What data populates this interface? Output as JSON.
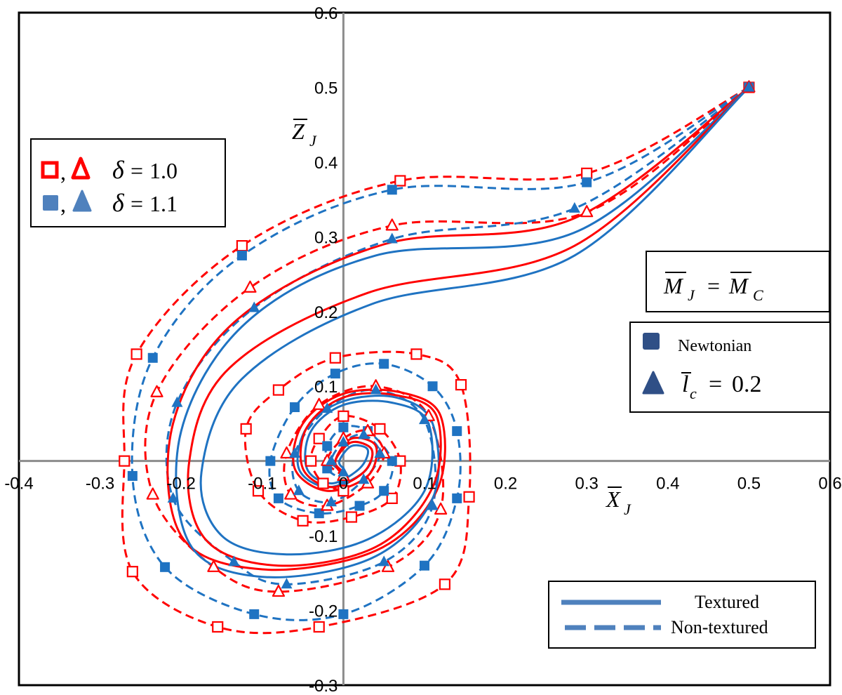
{
  "colors": {
    "red": "#ff0000",
    "blue": "#1f73c2",
    "navy": "#2f4f86",
    "axis": "#8c8c8c",
    "frame": "#000000",
    "legendLine": "#4f81bd"
  },
  "chart_data": {
    "type": "line",
    "xlim": [
      -0.4,
      0.6
    ],
    "ylim": [
      -0.3,
      0.6
    ],
    "x_ticks": [
      -0.4,
      -0.3,
      -0.2,
      -0.1,
      0,
      0.1,
      0.2,
      0.3,
      0.4,
      0.5,
      0.6
    ],
    "x_tick_labels": [
      "-0.4",
      "-0.3",
      "-0.2",
      "-0.1",
      "0",
      "0.1",
      "0.2",
      "0.3",
      "0.4",
      "0.5",
      "0.6"
    ],
    "y_ticks": [
      -0.3,
      -0.2,
      -0.1,
      0.1,
      0.2,
      0.3,
      0.4,
      0.5,
      0.6
    ],
    "y_tick_labels": [
      "-0.3",
      "-0.2",
      "-0.1",
      "0.1",
      "0.2",
      "0.3",
      "0.4",
      "0.5",
      "0.6"
    ],
    "xlabel_main": "X",
    "xlabel_sub": "J",
    "ylabel_main": "Z",
    "ylabel_sub": "J",
    "grid": false,
    "series": [
      {
        "key": "red-nontextured-newtonian",
        "color": "red",
        "dash": true,
        "marker": "square-open",
        "x": [
          0.5,
          0.3,
          0.07,
          -0.125,
          -0.255,
          -0.27,
          -0.26,
          -0.155,
          -0.03,
          0.125,
          0.155,
          0.145,
          0.09,
          -0.01,
          -0.08,
          -0.12,
          -0.105,
          -0.05,
          0.01,
          0.06,
          0.07,
          0.045,
          0.0,
          -0.03,
          -0.04,
          -0.025,
          0.0
        ],
        "y": [
          0.5,
          0.385,
          0.375,
          0.288,
          0.143,
          0.0,
          -0.148,
          -0.222,
          -0.222,
          -0.165,
          -0.048,
          0.102,
          0.143,
          0.138,
          0.095,
          0.043,
          -0.04,
          -0.08,
          -0.075,
          -0.05,
          0.0,
          0.043,
          0.06,
          0.03,
          0.0,
          -0.03,
          -0.04
        ]
      },
      {
        "key": "blue-nontextured-newtonian",
        "color": "blue",
        "dash": true,
        "marker": "square-filled",
        "x": [
          0.5,
          0.3,
          0.06,
          -0.125,
          -0.235,
          -0.26,
          -0.22,
          -0.11,
          0.0,
          0.1,
          0.14,
          0.14,
          0.11,
          0.05,
          -0.01,
          -0.06,
          -0.09,
          -0.08,
          -0.03,
          0.02,
          0.05,
          0.06,
          0.03,
          0.0,
          -0.02,
          -0.02,
          0.0
        ],
        "y": [
          0.5,
          0.373,
          0.363,
          0.275,
          0.138,
          -0.02,
          -0.142,
          -0.205,
          -0.205,
          -0.14,
          -0.05,
          0.04,
          0.1,
          0.13,
          0.117,
          0.072,
          0.0,
          -0.05,
          -0.07,
          -0.06,
          -0.04,
          0.0,
          0.04,
          0.045,
          0.02,
          -0.01,
          -0.025
        ]
      },
      {
        "key": "red-nontextured-micropolar",
        "color": "red",
        "dash": true,
        "marker": "triangle-open",
        "x": [
          0.5,
          0.3,
          0.06,
          -0.115,
          -0.23,
          -0.235,
          -0.16,
          -0.08,
          0.055,
          0.12,
          0.105,
          0.04,
          -0.03,
          -0.07,
          -0.065,
          -0.02,
          0.03,
          0.05,
          0.03,
          0.0,
          -0.02,
          0.0
        ],
        "y": [
          0.5,
          0.333,
          0.315,
          0.232,
          0.092,
          -0.045,
          -0.142,
          -0.175,
          -0.142,
          -0.065,
          0.06,
          0.1,
          0.075,
          0.01,
          -0.045,
          -0.06,
          -0.03,
          0.01,
          0.04,
          0.03,
          0.0,
          -0.02
        ]
      },
      {
        "key": "blue-nontextured-micropolar",
        "color": "blue",
        "dash": true,
        "marker": "triangle-filled",
        "x": [
          0.5,
          0.285,
          0.06,
          -0.11,
          -0.205,
          -0.21,
          -0.135,
          -0.07,
          0.05,
          0.11,
          0.1,
          0.04,
          -0.02,
          -0.06,
          -0.055,
          -0.015,
          0.025,
          0.045,
          0.025,
          0.0,
          -0.015,
          0.0
        ],
        "y": [
          0.5,
          0.338,
          0.297,
          0.205,
          0.078,
          -0.05,
          -0.135,
          -0.165,
          -0.135,
          -0.06,
          0.055,
          0.095,
          0.07,
          0.01,
          -0.04,
          -0.055,
          -0.025,
          0.01,
          0.035,
          0.025,
          0.0,
          -0.015
        ]
      },
      {
        "key": "red-textured-newtonian",
        "color": "red",
        "dash": false,
        "marker": null,
        "x": [
          0.5,
          0.285,
          0.05,
          -0.13,
          -0.21,
          -0.2,
          -0.1,
          0.04,
          0.115,
          0.12,
          0.07,
          0.0,
          -0.05,
          -0.06,
          -0.02,
          0.03,
          0.04,
          0.01,
          -0.01,
          0.0
        ],
        "y": [
          0.5,
          0.325,
          0.29,
          0.19,
          0.05,
          -0.1,
          -0.145,
          -0.12,
          -0.04,
          0.06,
          0.092,
          0.09,
          0.05,
          -0.01,
          -0.04,
          -0.02,
          0.02,
          0.03,
          0.0,
          -0.02
        ]
      },
      {
        "key": "blue-textured-newtonian",
        "color": "blue",
        "dash": false,
        "marker": null,
        "x": [
          0.5,
          0.29,
          0.04,
          -0.12,
          -0.2,
          -0.19,
          -0.1,
          0.035,
          0.11,
          0.11,
          0.065,
          0.0,
          -0.045,
          -0.055,
          -0.02,
          0.025,
          0.035,
          0.01,
          -0.01,
          0.0
        ],
        "y": [
          0.5,
          0.308,
          0.275,
          0.185,
          0.04,
          -0.11,
          -0.155,
          -0.13,
          -0.05,
          0.05,
          0.085,
          0.08,
          0.045,
          -0.01,
          -0.035,
          -0.015,
          0.015,
          0.025,
          0.0,
          -0.015
        ]
      },
      {
        "key": "red-textured-micropolar",
        "color": "red",
        "dash": false,
        "marker": null,
        "x": [
          0.5,
          0.285,
          0.03,
          -0.14,
          -0.19,
          -0.17,
          -0.08,
          0.04,
          0.11,
          0.115,
          0.065,
          0.0,
          -0.045,
          -0.05,
          -0.015,
          0.025,
          0.035,
          0.01,
          -0.01,
          0.0
        ],
        "y": [
          0.5,
          0.288,
          0.225,
          0.125,
          0.0,
          -0.105,
          -0.14,
          -0.115,
          -0.035,
          0.06,
          0.088,
          0.085,
          0.045,
          -0.01,
          -0.035,
          -0.015,
          0.015,
          0.025,
          0.0,
          -0.015
        ]
      },
      {
        "key": "blue-textured-micropolar",
        "color": "blue",
        "dash": false,
        "marker": null,
        "x": [
          0.5,
          0.285,
          0.035,
          -0.125,
          -0.175,
          -0.15,
          -0.07,
          0.03,
          0.1,
          0.105,
          0.06,
          0.0,
          -0.04,
          -0.045,
          -0.015,
          0.02,
          0.03,
          0.01,
          -0.005,
          0.0
        ],
        "y": [
          0.5,
          0.275,
          0.21,
          0.11,
          -0.015,
          -0.1,
          -0.125,
          -0.105,
          -0.04,
          0.05,
          0.078,
          0.075,
          0.04,
          -0.01,
          -0.03,
          -0.01,
          0.015,
          0.02,
          0.0,
          -0.01
        ]
      }
    ],
    "legends": {
      "delta": {
        "rows": [
          {
            "comma": ",",
            "lhs": "δ",
            "eq": "=",
            "value": "1.0"
          },
          {
            "comma": ",",
            "lhs": "δ",
            "eq": "=",
            "value": "1.1"
          }
        ]
      },
      "mass": {
        "left": "M",
        "left_sub": "J",
        "eq": "=",
        "right": "M",
        "right_sub": "C"
      },
      "model": {
        "newtonian": "Newtonian",
        "couple_stress_symbol": "l",
        "couple_stress_sub": "c",
        "couple_stress_eq": "=",
        "couple_stress_value": "0.2"
      },
      "surface": {
        "textured": "Textured",
        "non_textured": "Non-textured"
      }
    }
  }
}
